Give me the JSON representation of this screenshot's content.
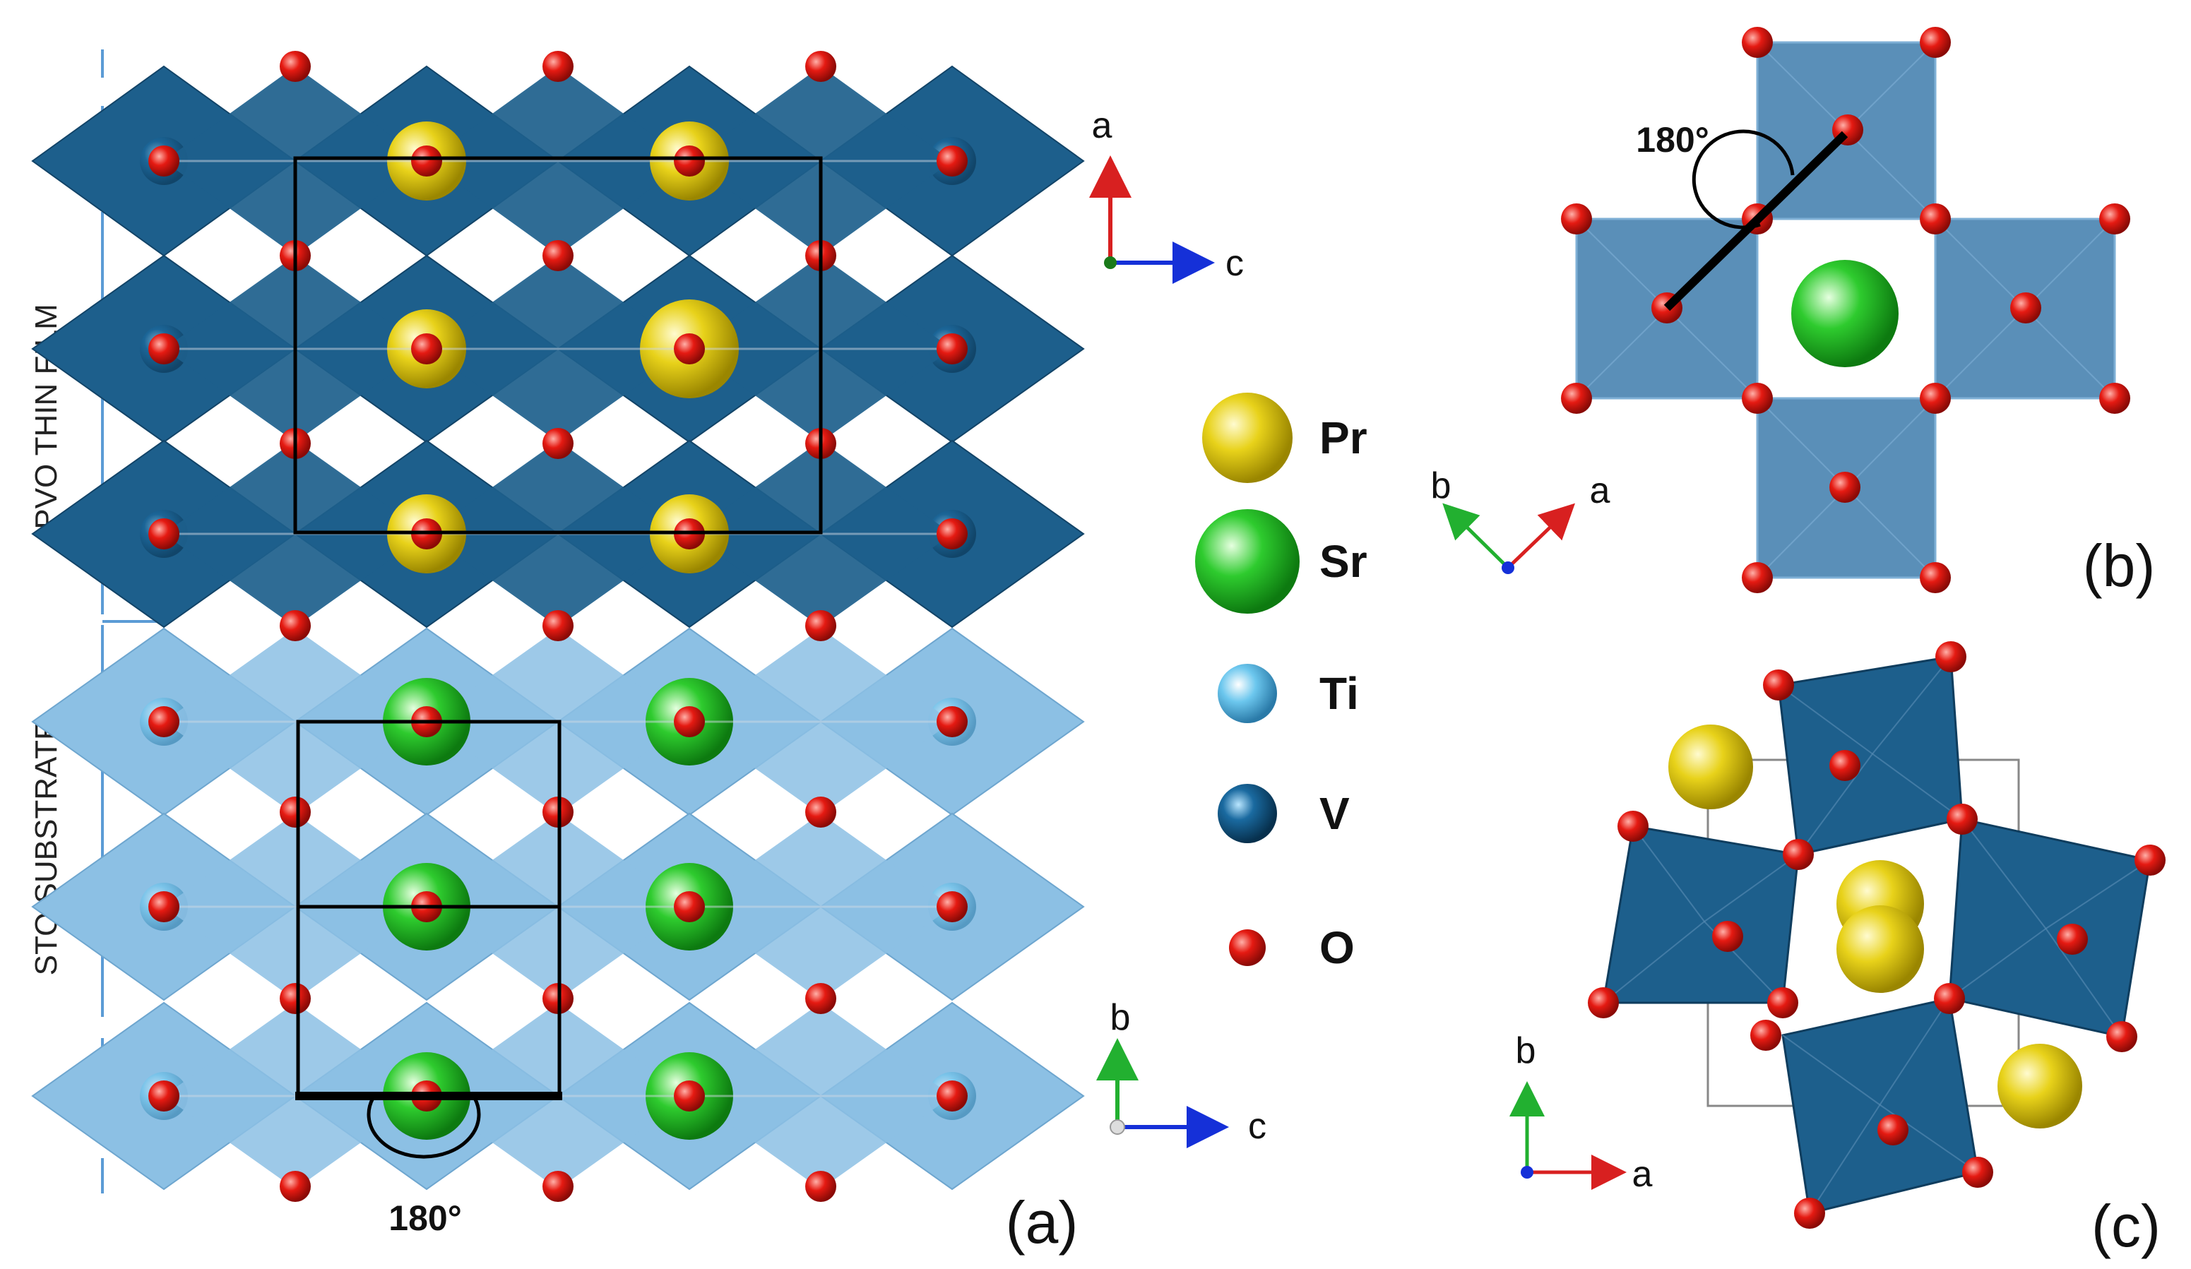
{
  "panel_a": {
    "label": "(a)",
    "film_label": "PVO THIN FILM",
    "substrate_label": "STO SUBSTRATE",
    "angle_label": "180°",
    "axes_top": {
      "vertical": "a",
      "horizontal": "c"
    },
    "axes_bottom": {
      "vertical": "b",
      "horizontal": "c"
    }
  },
  "legend": [
    {
      "element": "Pr",
      "color": "#e8d21a"
    },
    {
      "element": "Sr",
      "color": "#2ecb2e"
    },
    {
      "element": "Ti",
      "color": "#6cc7ee"
    },
    {
      "element": "V",
      "color": "#1a6aa0"
    },
    {
      "element": "O",
      "color": "#e01010"
    }
  ],
  "panel_b": {
    "label": "(b)",
    "angle_label": "180°",
    "axes": {
      "left": "b",
      "right": "a"
    }
  },
  "panel_c": {
    "label": "(c)",
    "axes": {
      "vertical": "b",
      "horizontal": "a"
    }
  },
  "colors": {
    "film_octahedra": "#1d5f8c",
    "substrate_octahedra": "#8cc0e4",
    "panel_b_octahedra": "#5a8fb8",
    "axis_x": "#1530d8",
    "axis_y_green": "#22b030",
    "axis_red": "#d82020"
  }
}
